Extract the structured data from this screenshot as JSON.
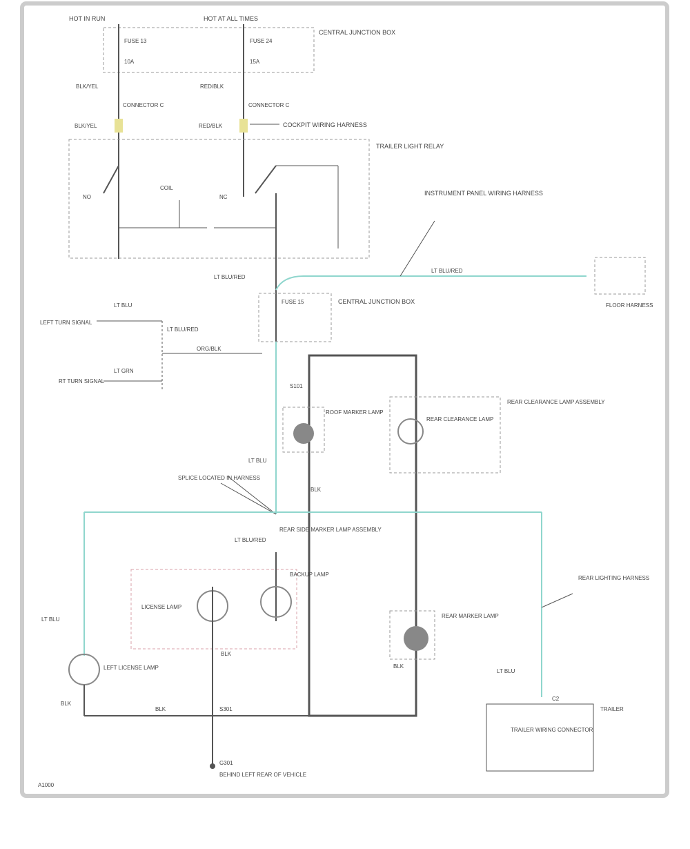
{
  "labels": {
    "top_fuse_left": "HOT IN RUN",
    "top_fuse_right": "HOT AT ALL TIMES",
    "fuse_block_1": "CENTRAL JUNCTION BOX",
    "fuse_left": "FUSE 13",
    "fuse_right": "FUSE 24",
    "amp_left": "10A",
    "amp_right": "15A",
    "wire_mid_left": "BLK/YEL",
    "wire_mid_right": "RED/BLK",
    "splice_label": "CONNECTOR C",
    "cockpit_note": "COCKPIT WIRING HARNESS",
    "relay_title": "TRAILER LIGHT RELAY",
    "relay_coil": "COIL",
    "relay_contact_left": "NO",
    "relay_contact_right": "NC",
    "wire_center": "LT BLU/RED",
    "harness_upper_right": "INSTRUMENT PANEL WIRING HARNESS",
    "wire_right_long": "LT BLU/RED",
    "right_box_label": "FLOOR HARNESS",
    "fuse_block_2": "CENTRAL JUNCTION BOX",
    "fuse_mid": "FUSE 15",
    "left_input_1": "LEFT TURN SIGNAL",
    "left_input_1_wire": "LT BLU",
    "left_input_2": "RT TURN SIGNAL",
    "left_input_2_wire": "LT GRN",
    "left_input_wire_a": "LT BLU/RED",
    "left_input_wire_b": "ORG/BLK",
    "center_wire_lower": "LT BLU/RED",
    "bulb_left_title": "ROOF MARKER LAMP",
    "bulb_right_title": "REAR CLEARANCE LAMP",
    "bulb_right_group": "REAR CLEARANCE LAMP ASSEMBLY",
    "splice_s1": "S101",
    "wire_bulb_left_a": "LT BLU",
    "wire_bulb_left_b": "BLK",
    "splice_note": "SPLICE LOCATED IN HARNESS",
    "center_block_title": "REAR SIDE MARKER LAMP ASSEMBLY",
    "center_block_wire": "LT BLU/RED",
    "lower_left_group": "LICENSE LAMP",
    "lower_left_lamp": "LICENSE LAMP",
    "lower_mid_lamp": "BACKUP LAMP",
    "lower_wire_1": "BLK",
    "lower_wire_2": "BLK",
    "lower_right_lamp": "REAR MARKER LAMP",
    "right_harness": "REAR LIGHTING HARNESS",
    "right_wire": "LT BLU",
    "bottom_left_wire": "LT BLU",
    "bottom_left_lamp": "LEFT LICENSE LAMP",
    "bottom_left_ground": "BLK",
    "bottom_mid_wire": "BLK",
    "bottom_ground_splice": "S301",
    "ground_label": "G301",
    "ground_note": "BEHIND LEFT REAR OF VEHICLE",
    "bottom_right_box": "TRAILER WIRING CONNECTOR",
    "bottom_right_wire": "LT BLU",
    "bottom_right_tag": "C2",
    "bottom_right_note": "TRAILER",
    "footer_code": "A1000"
  },
  "colors": {
    "line": "#555555",
    "dashed": "#9a9a9a",
    "harness": "#8fd6cd",
    "highlight": "#e8e296",
    "red_dashed": "#d8a0a8"
  }
}
